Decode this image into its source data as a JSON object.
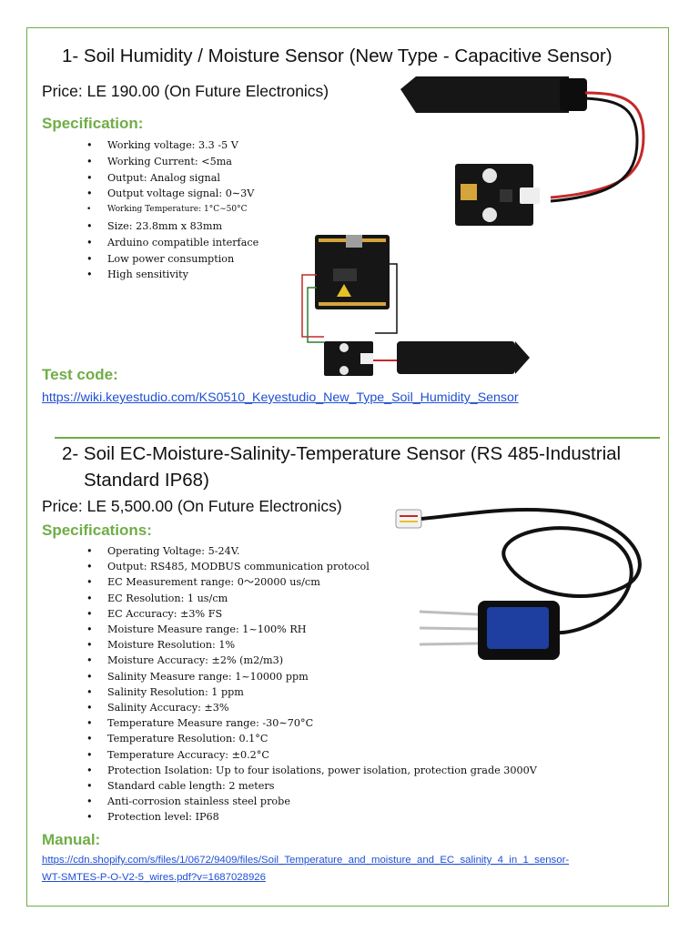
{
  "section1": {
    "title": "1- Soil Humidity / Moisture Sensor (New Type - Capacitive Sensor)",
    "price": "Price: LE 190.00 (On Future Electronics)",
    "spec_heading": "Specification:",
    "specs": [
      "Working voltage:  3.3 -5 V",
      "Working Current: <5ma",
      "Output: Analog signal",
      "Output voltage signal: 0∼3V",
      "Working Temperature: 1°C∼50°C",
      "Size: 23.8mm x 83mm",
      "Arduino compatible interface",
      "Low power consumption",
      "High sensitivity"
    ],
    "code_heading": "Test code:",
    "code_link": "https://wiki.keyestudio.com/KS0510_Keyestudio_New_Type_Soil_Humidity_Sensor"
  },
  "section2": {
    "title_line1": "2- Soil EC-Moisture-Salinity-Temperature Sensor (RS 485-Industrial",
    "title_line2": "Standard IP68)",
    "price": "Price: LE 5,500.00 (On Future Electronics)",
    "spec_heading": "Specifications:",
    "specs": [
      "Operating Voltage: 5-24V.",
      "Output: RS485, MODBUS communication protocol",
      "EC Measurement range: 0～20000 us/cm",
      "EC Resolution: 1 us/cm",
      "EC Accuracy: ±3% FS",
      "Moisture Measure range: 1~100% RH",
      "Moisture Resolution: 1%",
      "Moisture Accuracy: ±2% (m2/m3)",
      "Salinity Measure range: 1~10000 ppm",
      "Salinity Resolution: 1 ppm",
      "Salinity Accuracy: ±3%",
      "Temperature Measure range: -30∼70°C",
      "Temperature Resolution: 0.1°C",
      "Temperature Accuracy: ±0.2°C",
      "Protection Isolation: Up to four isolations, power isolation, protection grade 3000V",
      "Standard cable length: 2 meters",
      "Anti-corrosion stainless steel probe",
      "Protection level: IP68"
    ],
    "manual_heading": "Manual:",
    "manual_link_line1": "https://cdn.shopify.com/s/files/1/0672/9409/files/Soil_Temperature_and_moisture_and_EC_salinity_4_in_1_sensor-",
    "manual_link_line2": "WT-SMTES-P-O-V2-5_wires.pdf?v=1687028926"
  },
  "colors": {
    "accent_green": "#70ad47",
    "link_blue": "#1f4fd6"
  }
}
